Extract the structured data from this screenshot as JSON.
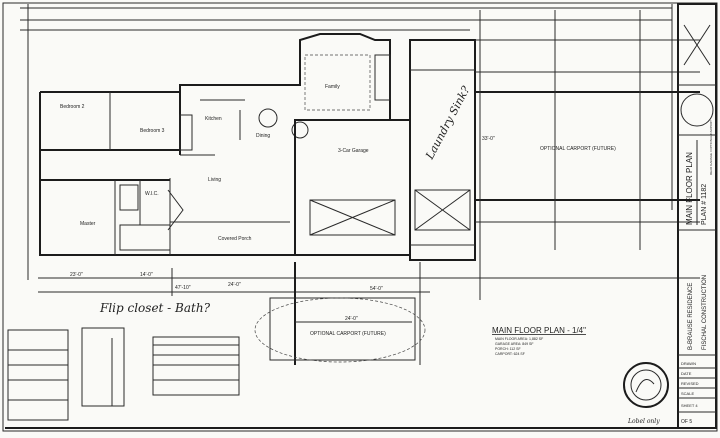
{
  "rooms": {
    "bedroom2": "Bedroom 2",
    "bedroom3": "Bedroom 3",
    "kitchen": "Kitchen",
    "dining": "Dining",
    "family": "Family",
    "living": "Living",
    "master": "Master",
    "covered_porch": "Covered Porch",
    "wic": "W.I.C.",
    "garage": "3-Car Garage",
    "carport_upper": "OPTIONAL CARPORT (FUTURE)",
    "carport_lower": "OPTIONAL CARPORT (FUTURE)"
  },
  "dimensions": {
    "overall_left": "47'-10\"",
    "mid": "24'-0\"",
    "left1": "23'-0\"",
    "left2": "14'-0\"",
    "right": "54'-0\"",
    "carport_width": "24'-0\"",
    "garage": "33'-0\""
  },
  "annotations": {
    "laundry": "Laundry Sink?",
    "closet": "Flip closet - Bath?",
    "sub": "Lobel only"
  },
  "plan_title": {
    "title": "MAIN FLOOR PLAN - 1/4\"",
    "lines": [
      "MAIN FLOOR AREA: 1,882 SF",
      "GARAGE AREA: 849 SF",
      "PORCH: 112 SF",
      "CARPORT: 624 SF"
    ]
  },
  "title_block": {
    "sheet_title": "MAIN FLOOR PLAN",
    "plan_number": "PLAN # 1182",
    "plan_notes": "REAR GARAGE / OPTIONAL CARPORT",
    "client": "B-BRAUSE RESIDENCE",
    "builder": "FISCHAL CONSTRUCTION",
    "rows": [
      "DRAWN",
      "DATE",
      "REVISED",
      "SCALE",
      "SHEET 4",
      "OF 5"
    ]
  }
}
